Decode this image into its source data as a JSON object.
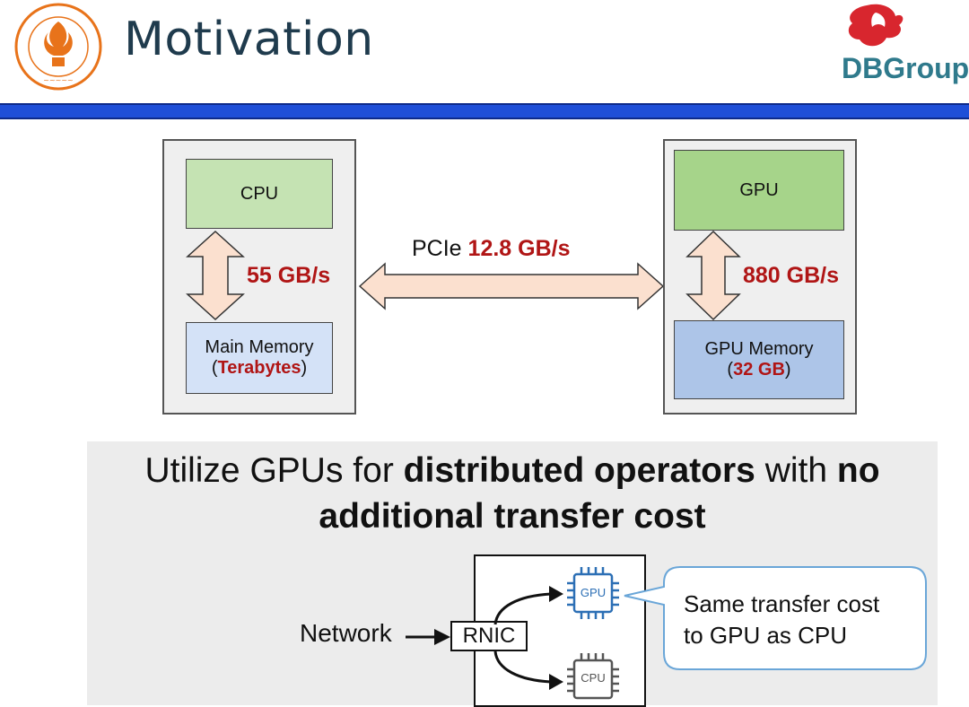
{
  "header": {
    "title": "Motivation",
    "logo_right_text": "DBGroup"
  },
  "diagram": {
    "cpu_label": "CPU",
    "cpu_bandwidth": "55 GB/s",
    "main_memory_label": "Main Memory",
    "main_memory_size": "Terabytes",
    "gpu_label": "GPU",
    "gpu_bandwidth": "880 GB/s",
    "gpu_memory_label": "GPU Memory",
    "gpu_memory_size": "32 GB",
    "pcie_label": "PCIe",
    "pcie_bandwidth": "12.8 GB/s"
  },
  "bottom": {
    "headline_part1": "Utilize GPUs for ",
    "headline_bold1": "distributed operators",
    "headline_part2": " with ",
    "headline_bold2": "no additional transfer cost",
    "network_label": "Network",
    "rnic_label": "RNIC",
    "gpu_chip_label": "GPU",
    "cpu_chip_label": "CPU",
    "callout_line1": "Same transfer cost",
    "callout_line2": "to GPU as CPU"
  },
  "colors": {
    "accent_blue": "#1f4fd8",
    "highlight_red": "#b01515",
    "title_color": "#1f3b4d",
    "logo_orange": "#e8731a",
    "logo_red": "#d8262e",
    "logo_teal": "#2f7a8c"
  }
}
